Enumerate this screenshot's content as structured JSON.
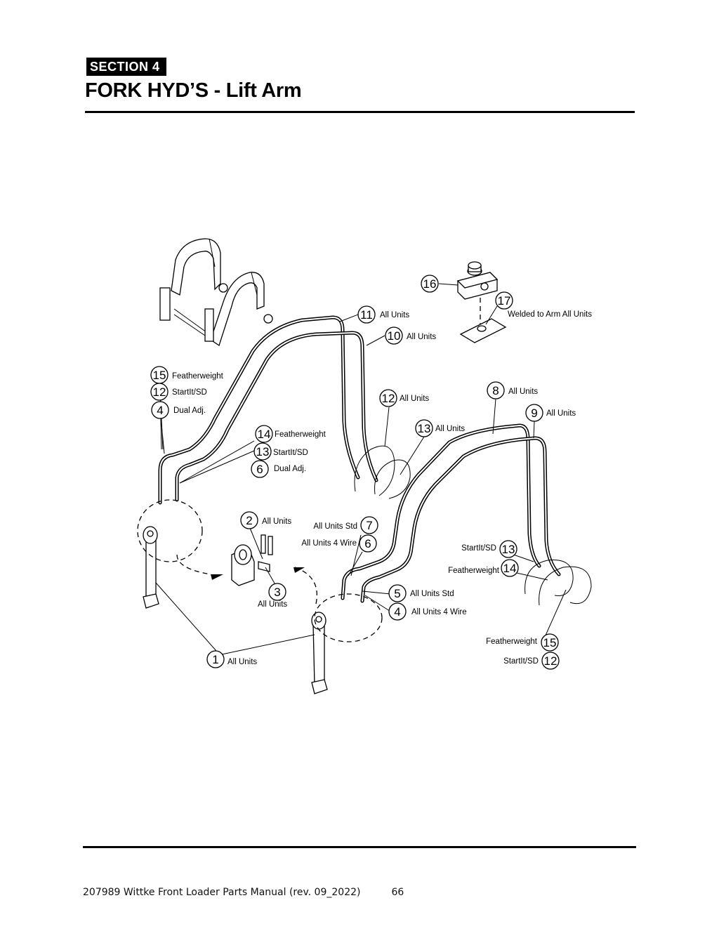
{
  "header": {
    "section": "SECTION  4",
    "title": "FORK HYD’S - Lift Arm"
  },
  "callouts": [
    {
      "id": "c16a",
      "number": "16",
      "label": ""
    },
    {
      "id": "c17a",
      "number": "17",
      "label": "Welded to Arm All Units"
    },
    {
      "id": "c11a",
      "number": "11",
      "label": "All Units"
    },
    {
      "id": "c10a",
      "number": "10",
      "label": "All Units"
    },
    {
      "id": "c15a",
      "number": "15",
      "label": "Featherweight"
    },
    {
      "id": "c12a",
      "number": "12",
      "label": "StartIt/SD"
    },
    {
      "id": "c4a",
      "number": "4",
      "label": "Dual Adj."
    },
    {
      "id": "c12b",
      "number": "12",
      "label": "All Units"
    },
    {
      "id": "c8a",
      "number": "8",
      "label": "All Units"
    },
    {
      "id": "c9a",
      "number": "9",
      "label": "All Units"
    },
    {
      "id": "c13a",
      "number": "13",
      "label": "All Units"
    },
    {
      "id": "c14a",
      "number": "14",
      "label": "Featherweight"
    },
    {
      "id": "c13b",
      "number": "13",
      "label": "StartIt/SD"
    },
    {
      "id": "c6a",
      "number": "6",
      "label": "Dual Adj."
    },
    {
      "id": "c2a",
      "number": "2",
      "label": "All Units"
    },
    {
      "id": "c7a",
      "number": "7",
      "label": "All Units Std"
    },
    {
      "id": "c6b",
      "number": "6",
      "label": "All Units 4 Wire"
    },
    {
      "id": "c13c",
      "number": "13",
      "label": "StartIt/SD"
    },
    {
      "id": "c14b",
      "number": "14",
      "label": "Featherweight"
    },
    {
      "id": "c3a",
      "number": "3",
      "label": "All Units"
    },
    {
      "id": "c5a",
      "number": "5",
      "label": "All Units Std"
    },
    {
      "id": "c4b",
      "number": "4",
      "label": "All Units 4 Wire"
    },
    {
      "id": "c15b",
      "number": "15",
      "label": "Featherweight"
    },
    {
      "id": "c12c",
      "number": "12",
      "label": "StartIt/SD"
    },
    {
      "id": "c1a",
      "number": "1",
      "label": "All Units"
    }
  ],
  "footer": {
    "document": "207989 Wittke Front Loader Parts Manual (rev. 09_2022)",
    "page": "66"
  }
}
